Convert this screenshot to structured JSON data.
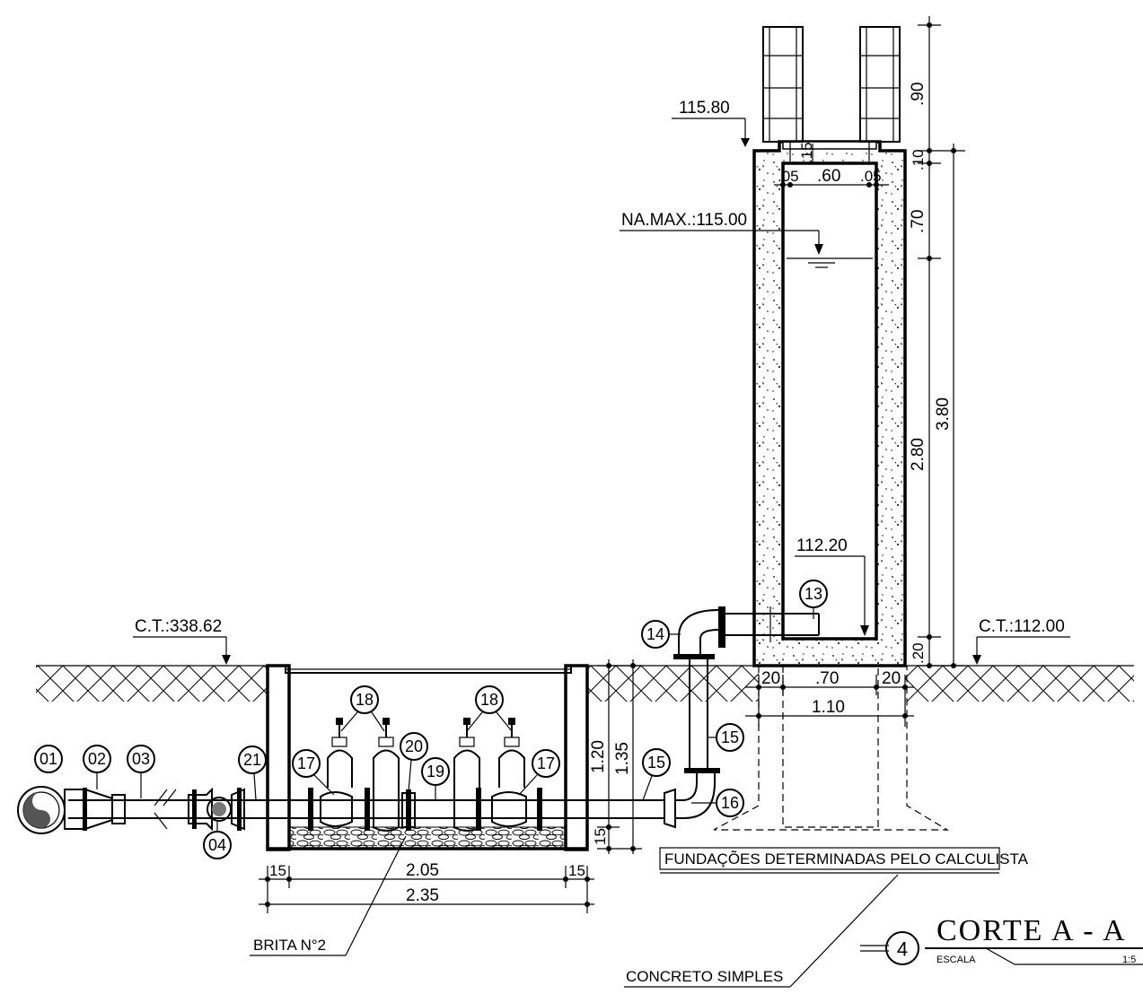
{
  "elevations": {
    "top_slab": "115.80",
    "max_water_level": "NA.MAX.:115.00",
    "inlet_level": "112.20",
    "ground_left": "C.T.:338.62",
    "ground_right": "C.T.:112.00"
  },
  "dimensions": {
    "tower_vertical": [
      ".90",
      ".10",
      ".70",
      "2.80",
      ".20",
      "3.80"
    ],
    "tower_top_widths": [
      ".05",
      ".60",
      ".05"
    ],
    "tower_top_slab": ".15",
    "tower_base": [
      "20",
      ".70",
      "20",
      "1.10"
    ],
    "box_vertical": [
      "1.20",
      "1.35",
      "15"
    ],
    "box_horizontal": [
      "15",
      "2.05",
      "15",
      "2.35"
    ]
  },
  "items": [
    "01",
    "02",
    "03",
    "04",
    "13",
    "14",
    "15",
    "15",
    "16",
    "17",
    "17",
    "18",
    "18",
    "19",
    "20",
    "21"
  ],
  "notes": {
    "foundation": "FUNDAÇÕES DETERMINADAS PELO CALCULISTA",
    "gravel": "BRITA N°2",
    "concrete": "CONCRETO SIMPLES"
  },
  "title_block": {
    "number": "4",
    "title": "CORTE  A  -  A",
    "scale_label": "ESCALA",
    "scale_value": "1:5"
  }
}
